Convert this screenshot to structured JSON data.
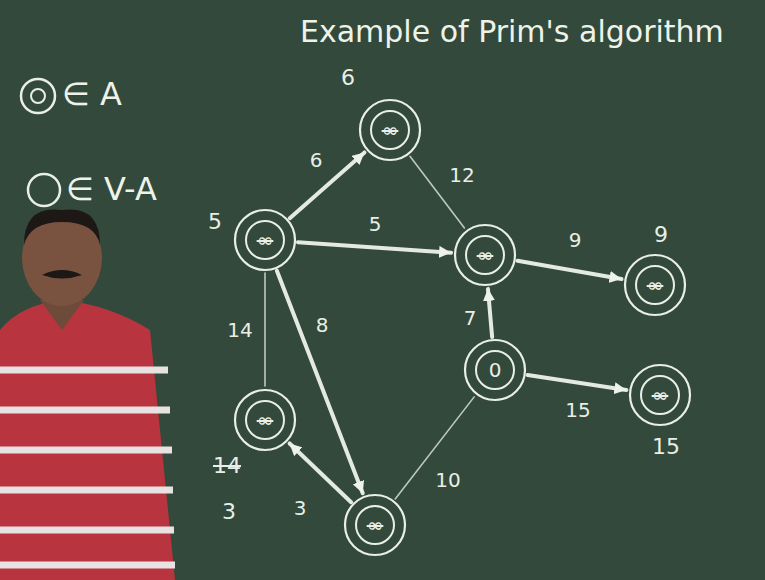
{
  "diagram": {
    "title": "Example of Prim's algorithm",
    "nodes": [
      {
        "text": [
          "∞",
          "5"
        ]
      },
      {
        "text": [
          "∞",
          "6"
        ]
      },
      {
        "text": [
          "∞"
        ]
      },
      {
        "text": [
          "∞",
          "9"
        ]
      },
      {
        "text": [
          "0"
        ]
      },
      {
        "text": [
          "∞",
          "15"
        ]
      },
      {
        "text": [
          "∞",
          "14",
          "3"
        ]
      },
      {
        "text": [
          "∞"
        ]
      }
    ],
    "edges": [
      {
        "from": 0,
        "to": 1,
        "arrow": "to",
        "label": "6"
      },
      {
        "from": 1,
        "to": 2,
        "arrow": "none",
        "label": "12"
      },
      {
        "from": 0,
        "to": 2,
        "arrow": "to",
        "label": "5"
      },
      {
        "from": 2,
        "to": 3,
        "arrow": "to",
        "label": "9"
      },
      {
        "from": 4,
        "to": 2,
        "arrow": "to",
        "label": "7"
      },
      {
        "from": 4,
        "to": 5,
        "arrow": "to",
        "label": "15"
      },
      {
        "from": 0,
        "to": 6,
        "arrow": "none",
        "label": "14"
      },
      {
        "from": 0,
        "to": 7,
        "arrow": "to",
        "label": "8"
      },
      {
        "from": 7,
        "to": 6,
        "arrow": "to",
        "label": "3"
      },
      {
        "from": 7,
        "to": 4,
        "arrow": "none",
        "label": "10"
      }
    ],
    "labels": [
      "∈ A",
      "∈ V-A"
    ]
  }
}
